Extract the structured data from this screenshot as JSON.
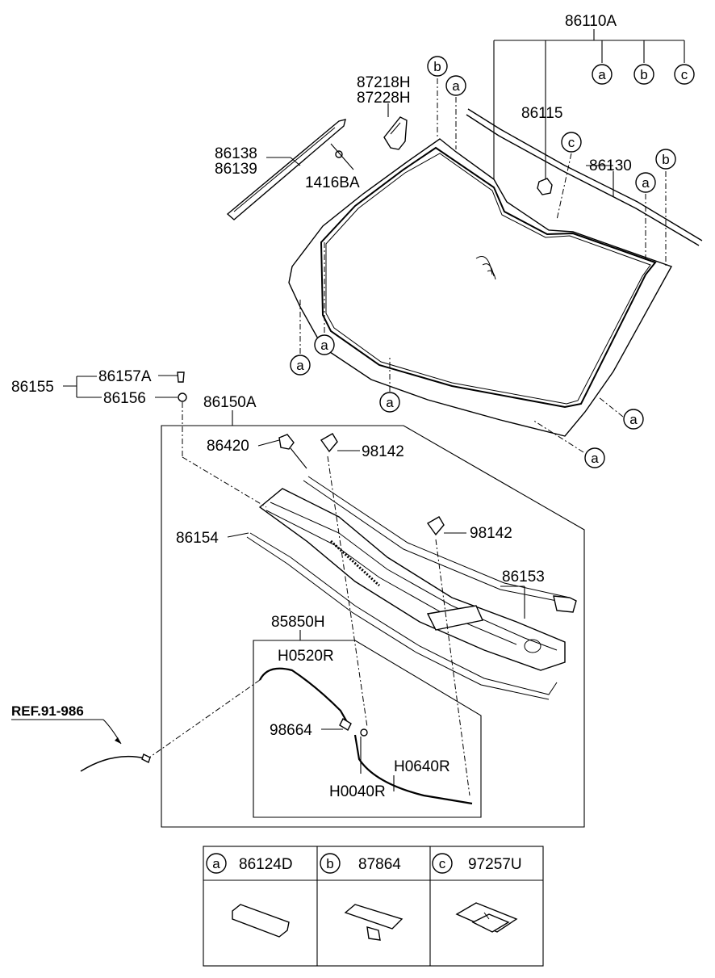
{
  "labels": {
    "p86110A": "86110A",
    "p87218H": "87218H",
    "p87228H": "87228H",
    "p86115": "86115",
    "p86130": "86130",
    "p86138": "86138",
    "p86139": "86139",
    "p1416BA": "1416BA",
    "p86155": "86155",
    "p86157A": "86157A",
    "p86156": "86156",
    "p86150A": "86150A",
    "p86420": "86420",
    "p98142a": "98142",
    "p98142b": "98142",
    "p86154": "86154",
    "p86153": "86153",
    "p85850H": "85850H",
    "pH0520R": "H0520R",
    "p98664": "98664",
    "pH0640R": "H0640R",
    "pH0040R": "H0040R",
    "ref": "REF.91-986"
  },
  "callouts": {
    "a": "a",
    "b": "b",
    "c": "c"
  },
  "legend": {
    "a": {
      "letter": "a",
      "part": "86124D"
    },
    "b": {
      "letter": "b",
      "part": "87864"
    },
    "c": {
      "letter": "c",
      "part": "97257U"
    }
  }
}
